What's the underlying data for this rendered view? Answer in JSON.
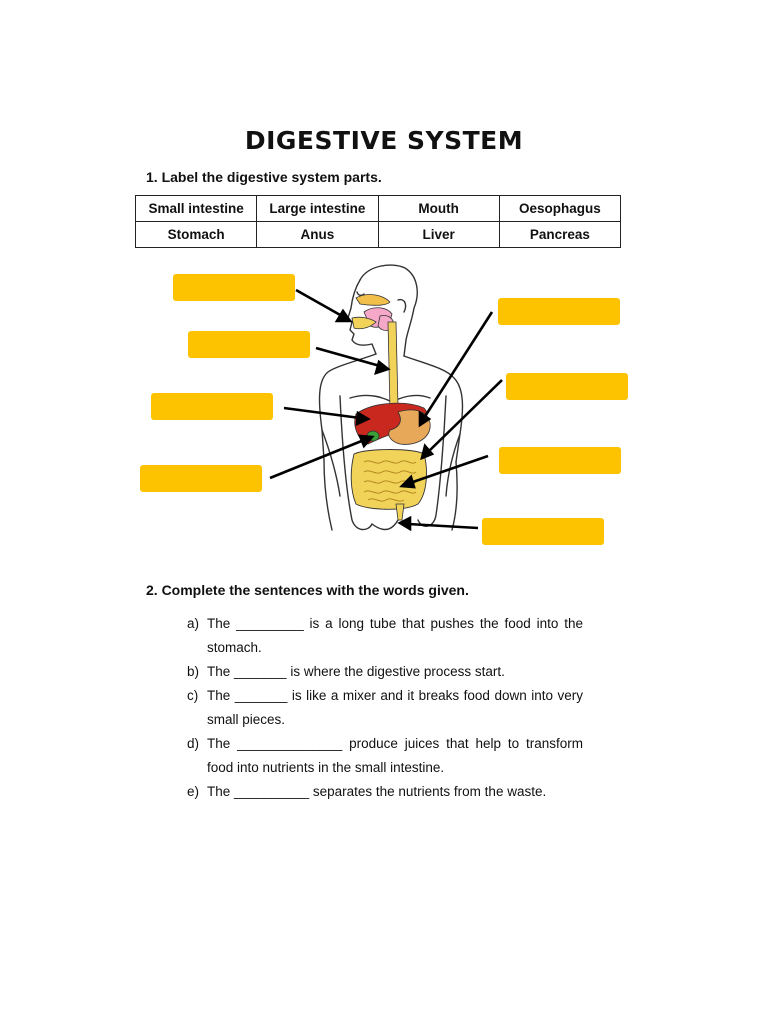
{
  "title": "DIGESTIVE SYSTEM",
  "question1": "1.  Label the digestive system parts.",
  "word_bank": [
    [
      "Small intestine",
      "Large intestine",
      "Mouth",
      "Oesophagus"
    ],
    [
      "Stomach",
      "Anus",
      "Liver",
      "Pancreas"
    ]
  ],
  "colors": {
    "label_box": "#fdc300",
    "liver": "#c8281e",
    "stomach": "#e8a85a",
    "gallbladder": "#3aa13a",
    "intestine": "#f2d35a"
  },
  "question2": "2.  Complete the sentences with the words given.",
  "sentences": [
    {
      "letter": "a)",
      "text": "The _________ is a long tube that pushes the food into the stomach."
    },
    {
      "letter": "b)",
      "text": "The _______ is where the digestive process start."
    },
    {
      "letter": "c)",
      "text": "The _______ is like a mixer and it breaks food down into very small pieces."
    },
    {
      "letter": "d)",
      "text": "The ______________ produce juices that help to transform food into nutrients in the small intestine."
    },
    {
      "letter": "e)",
      "text": "The __________ separates the nutrients from the waste."
    }
  ]
}
